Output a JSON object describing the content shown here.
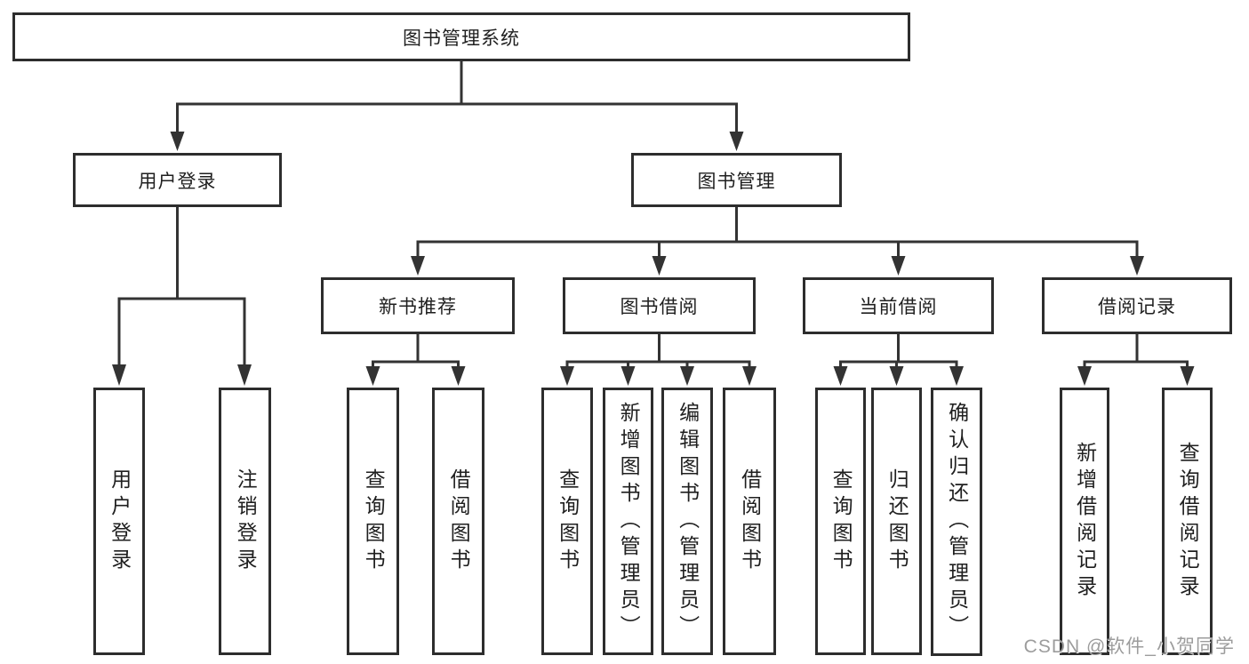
{
  "tree": {
    "root": {
      "label": "图书管理系统"
    },
    "user_login": {
      "label": "用户登录",
      "children": [
        {
          "label": "用户登录"
        },
        {
          "label": "注销登录"
        }
      ]
    },
    "book_management": {
      "label": "图书管理",
      "children": [
        {
          "label": "新书推荐",
          "children": [
            {
              "label": "查询图书"
            },
            {
              "label": "借阅图书"
            }
          ]
        },
        {
          "label": "图书借阅",
          "children": [
            {
              "label": "查询图书"
            },
            {
              "label": "新增图书（管理员）"
            },
            {
              "label": "编辑图书（管理员）"
            },
            {
              "label": "借阅图书"
            }
          ]
        },
        {
          "label": "当前借阅",
          "children": [
            {
              "label": "查询图书"
            },
            {
              "label": "归还图书"
            },
            {
              "label": "确认归还（管理员）"
            }
          ]
        },
        {
          "label": "借阅记录",
          "children": [
            {
              "label": "新增借阅记录"
            },
            {
              "label": "查询借阅记录"
            }
          ]
        }
      ]
    }
  },
  "watermark": {
    "text": "CSDN @软件_小贺同学"
  },
  "colors": {
    "line": "#333333",
    "box_border": "#2d2d2d",
    "text": "#1f1f1f",
    "watermark": "#949494",
    "background": "#ffffff"
  }
}
